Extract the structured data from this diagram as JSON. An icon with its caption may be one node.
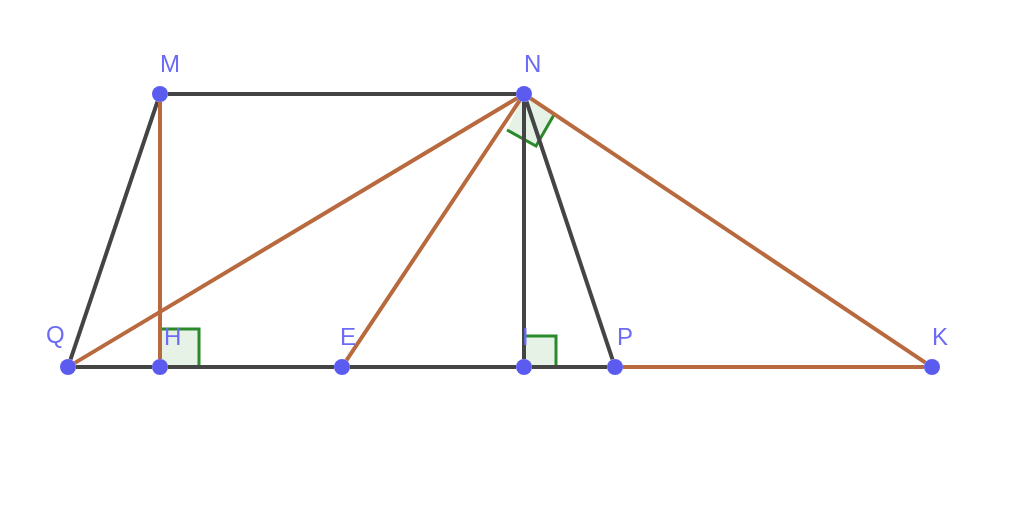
{
  "diagram": {
    "nodes": [
      {
        "text": [
          "M"
        ]
      },
      {
        "text": [
          "N"
        ]
      },
      {
        "text": [
          "Q"
        ]
      },
      {
        "text": [
          "H"
        ]
      },
      {
        "text": [
          "E"
        ]
      },
      {
        "text": [
          "I"
        ]
      },
      {
        "text": [
          "P"
        ]
      },
      {
        "text": [
          "K"
        ]
      }
    ],
    "edges": [
      {
        "from": 0,
        "to": 1,
        "arrow": "none"
      },
      {
        "from": 2,
        "to": 0,
        "arrow": "none"
      },
      {
        "from": 2,
        "to": 3,
        "arrow": "none"
      },
      {
        "from": 3,
        "to": 4,
        "arrow": "none"
      },
      {
        "from": 4,
        "to": 5,
        "arrow": "none"
      },
      {
        "from": 5,
        "to": 6,
        "arrow": "none"
      },
      {
        "from": 1,
        "to": 5,
        "arrow": "none"
      },
      {
        "from": 1,
        "to": 6,
        "arrow": "none"
      },
      {
        "from": 0,
        "to": 3,
        "arrow": "none",
        "color": "#b86a3e"
      },
      {
        "from": 2,
        "to": 1,
        "arrow": "none",
        "color": "#b86a3e"
      },
      {
        "from": 4,
        "to": 1,
        "arrow": "none",
        "color": "#b86a3e"
      },
      {
        "from": 1,
        "to": 7,
        "arrow": "none",
        "color": "#b86a3e"
      },
      {
        "from": 6,
        "to": 7,
        "arrow": "none",
        "color": "#b86a3e"
      }
    ]
  }
}
